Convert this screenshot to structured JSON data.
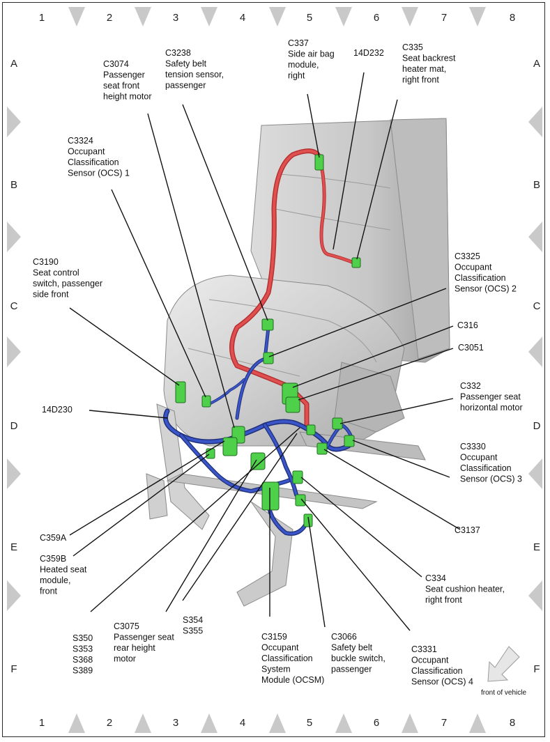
{
  "grid": {
    "columns": [
      "1",
      "2",
      "3",
      "4",
      "5",
      "6",
      "7",
      "8"
    ],
    "rows": [
      "A",
      "B",
      "C",
      "D",
      "E",
      "F"
    ]
  },
  "callouts": {
    "c337": [
      "C337",
      "Side air bag",
      "module,",
      "right"
    ],
    "d232": [
      "14D232"
    ],
    "c335": [
      "C335",
      "Seat backrest",
      "heater mat,",
      "right front"
    ],
    "c3074": [
      "C3074",
      "Passenger",
      "seat front",
      "height motor"
    ],
    "c3238": [
      "C3238",
      "Safety belt",
      "tension sensor,",
      "passenger"
    ],
    "c3324": [
      "C3324",
      "Occupant",
      "Classification",
      "Sensor (OCS) 1"
    ],
    "c3190": [
      "C3190",
      "Seat control",
      "switch, passenger",
      "side front"
    ],
    "c3325": [
      "C3325",
      "Occupant",
      "Classification",
      "Sensor (OCS) 2"
    ],
    "c316": [
      "C316"
    ],
    "c3051": [
      "C3051"
    ],
    "c332": [
      "C332",
      "Passenger seat",
      "horizontal motor"
    ],
    "d230": [
      "14D230"
    ],
    "c3330": [
      "C3330",
      "Occupant",
      "Classification",
      "Sensor (OCS) 3"
    ],
    "c3137": [
      "C3137"
    ],
    "c359a": [
      "C359A"
    ],
    "c359b": [
      "C359B",
      "Heated seat",
      "module,",
      "front"
    ],
    "c334": [
      "C334",
      "Seat cushion heater,",
      "right front"
    ],
    "splices1": [
      "S350",
      "S353",
      "S368",
      "S389"
    ],
    "c3075": [
      "C3075",
      "Passenger seat",
      "rear height",
      "motor"
    ],
    "splices2": [
      "S354",
      "S355"
    ],
    "c3159": [
      "C3159",
      "Occupant",
      "Classification",
      "System",
      "Module (OCSM)"
    ],
    "c3066": [
      "C3066",
      "Safety belt",
      "buckle switch,",
      "passenger"
    ],
    "c3331": [
      "C3331",
      "Occupant",
      "Classification",
      "Sensor (OCS) 4"
    ]
  },
  "front_indicator": {
    "label": "front of vehicle",
    "icon": "arrow-down-left-icon"
  },
  "colors": {
    "harness_red": "#e05050",
    "harness_blue": "#3a55c8",
    "connector_green": "#4fd04a",
    "seat_gray": "#cfcfcf",
    "marker_gray": "#c9c9c9"
  }
}
